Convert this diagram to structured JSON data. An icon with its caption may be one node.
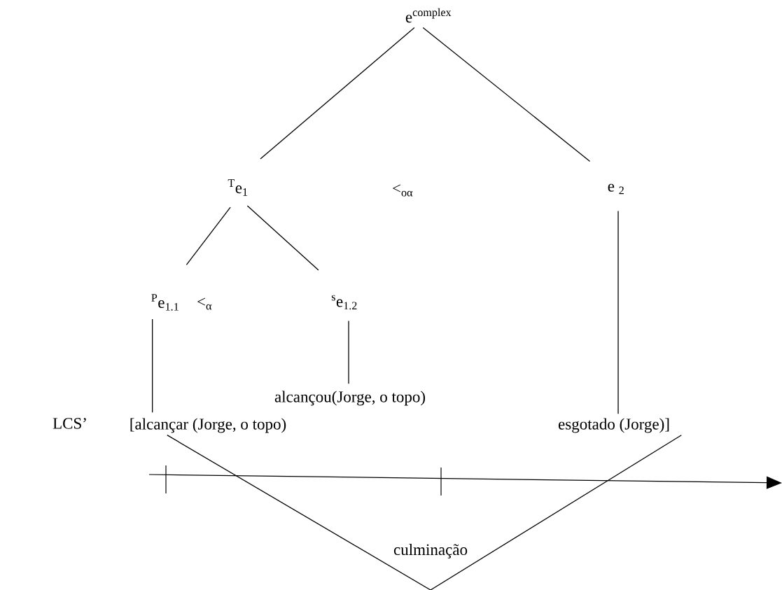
{
  "diagram": {
    "nodes": [
      {
        "text": [
          "e$^{complex}$"
        ]
      },
      {
        "text": [
          "$^{T}$e$_{1}$"
        ]
      },
      {
        "text": [
          "e $_{2}$"
        ]
      },
      {
        "text": [
          "$^{P}$e$_{1.1}$"
        ]
      },
      {
        "text": [
          "$^{s}$e$_{1.2}$"
        ]
      },
      {
        "text": [
          "alcançou(Jorge, o topo)"
        ]
      },
      {
        "text": [
          "[alcançar (Jorge, o topo)"
        ]
      },
      {
        "text": [
          "esgotado (Jorge)]"
        ]
      },
      {
        "text": [
          "culminação"
        ]
      }
    ],
    "edges": [
      {
        "from": 0,
        "to": 1,
        "arrow": "none"
      },
      {
        "from": 0,
        "to": 2,
        "arrow": "none"
      },
      {
        "from": 1,
        "to": 3,
        "arrow": "none"
      },
      {
        "from": 1,
        "to": 4,
        "arrow": "none"
      },
      {
        "from": 4,
        "to": 5,
        "arrow": "none"
      },
      {
        "from": 3,
        "to": 6,
        "arrow": "none"
      },
      {
        "from": 2,
        "to": 7,
        "arrow": "none"
      },
      {
        "from": 6,
        "to": 8,
        "arrow": "none"
      },
      {
        "from": 7,
        "to": 8,
        "arrow": "none"
      }
    ],
    "labels": [
      "<$_{oα}$",
      "<$_{α}$",
      "LCS’"
    ]
  }
}
